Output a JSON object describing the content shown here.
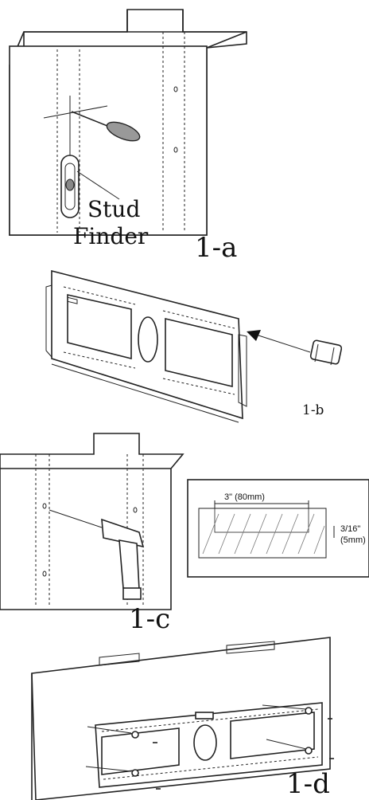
{
  "step_a": {
    "tool_label_line1": "Stud",
    "tool_label_line2": "Finder",
    "step_label": "1-a"
  },
  "step_b": {
    "step_label": "1-b"
  },
  "step_c": {
    "step_label": "1-c",
    "dimension_width": "3\" (80mm)",
    "dimension_depth_line1": "3/16\"",
    "dimension_depth_line2": "(5mm)"
  },
  "step_d": {
    "step_label": "1-d"
  }
}
